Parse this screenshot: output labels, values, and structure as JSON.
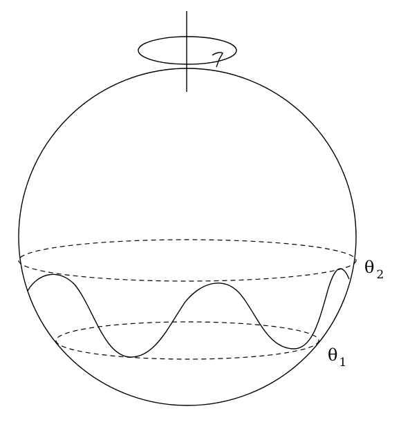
{
  "labels": {
    "theta2": {
      "symbol": "θ",
      "subscript": "2"
    },
    "theta1": {
      "symbol": "θ",
      "subscript": "1"
    }
  },
  "colors": {
    "stroke": "#000000",
    "background": "#ffffff"
  }
}
